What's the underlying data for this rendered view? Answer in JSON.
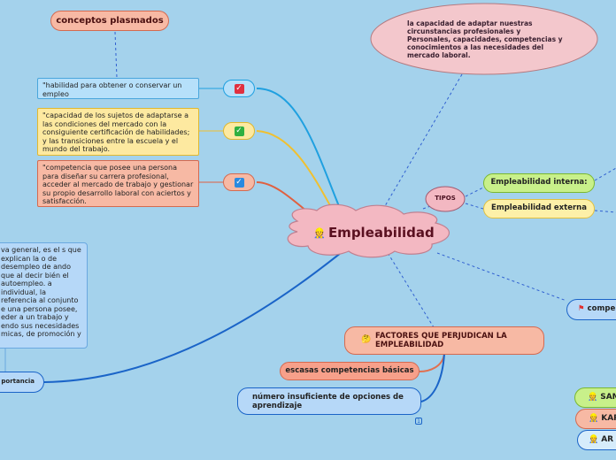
{
  "central": {
    "icon": "worker-icon",
    "label": "Empleabilidad"
  },
  "definition_bubble": {
    "text": "la capacidad de adaptar nuestras circunstancias profesionales y Personales, capacidades, competencias y conocimientos a las necesidades del mercado laboral."
  },
  "conceptos": {
    "title": "conceptos plasmados",
    "items": [
      {
        "text": "\"habilidad para obtener o conservar un empleo",
        "icon": "red-check-icon"
      },
      {
        "text": "\"capacidad de los sujetos de adaptarse a las condiciones del mercado con la consiguiente certificación de habilidades; y las transiciones entre la escuela y el mundo del trabajo.",
        "icon": "green-check-icon"
      },
      {
        "text": "\"competencia que posee una persona para diseñar su carrera profesional, acceder al mercado de trabajo y gestionar su propio desarrollo laboral con aciertos y satisfacción.",
        "icon": "blue-check-icon"
      }
    ]
  },
  "tipos": {
    "label": "TIPOS",
    "items": [
      "Empleabilidad interna:",
      "Empleabilidad externa"
    ]
  },
  "importancia": {
    "label": "portancia",
    "text": "va general, es el s que explican la o de desempleo de ando que al decir bién el autoempleo. a individual, la referencia al conjunto e una persona posee, eder a un trabajo y endo sus necesidades micas, de promoción y"
  },
  "factores": {
    "icon": "thinking-face-icon",
    "title": "FACTORES QUE PERJUDICAN LA EMPLEABILIDAD",
    "items": [
      "escasas competencias básicas",
      "número insuficiente de opciones de aprendizaje"
    ],
    "badge": "1"
  },
  "competencias": {
    "label": "compe",
    "icon": "red-flag-icon"
  },
  "people": [
    {
      "label": "SAM",
      "icon": "worker-icon"
    },
    {
      "label": "KAR",
      "icon": "worker-icon"
    },
    {
      "label": "AR",
      "icon": "worker-icon"
    }
  ]
}
